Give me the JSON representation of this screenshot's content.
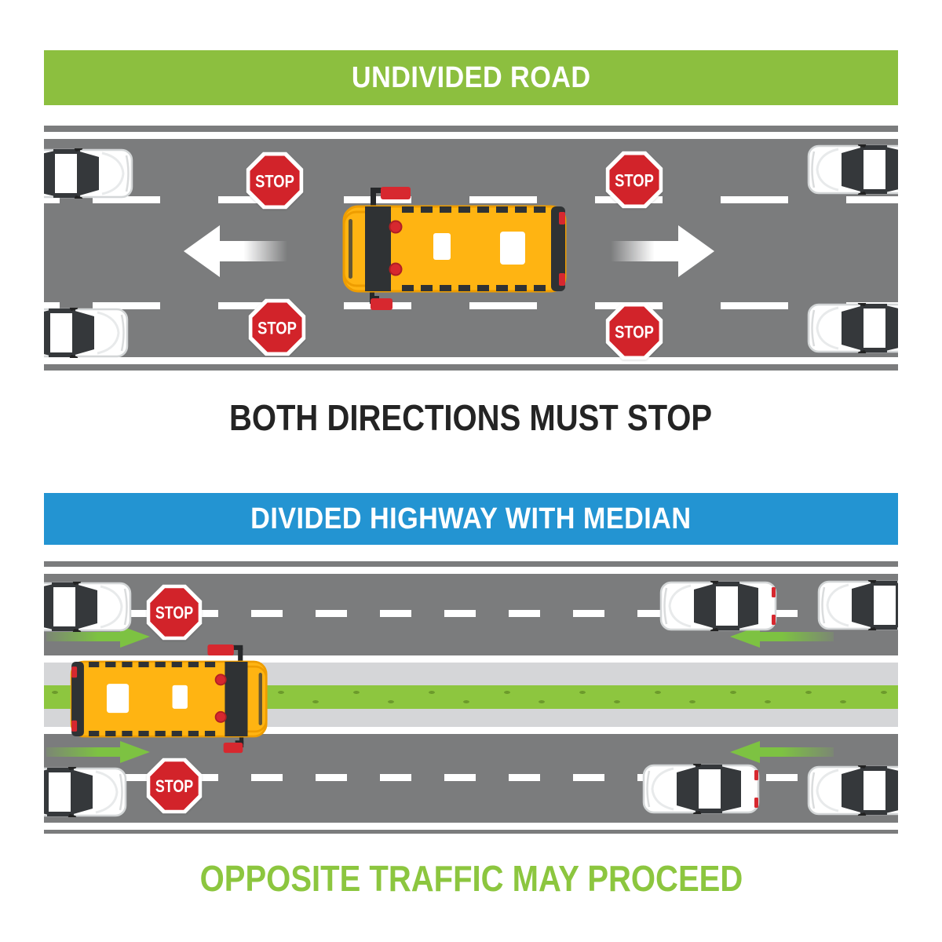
{
  "page": {
    "background": "#ffffff"
  },
  "sections": [
    {
      "header": {
        "label": "UNDIVIDED ROAD",
        "bg_color": "#8cbf3f",
        "text_color": "#ffffff"
      },
      "caption": {
        "label": "BOTH DIRECTIONS MUST STOP",
        "color": "#242424"
      },
      "road": {
        "type": "undivided-two-lane",
        "surface_color": "#7b7c7d",
        "marking_color": "#ffffff"
      },
      "signs": {
        "stop_label": "STOP",
        "count": 4,
        "fill": "#d2232a",
        "rim": "#ffffff"
      },
      "bus": {
        "type": "school-bus",
        "color": "#ffb412",
        "heading": "left",
        "stop_arm_extended": true
      },
      "cars": {
        "count": 4,
        "color": "#ffffff"
      },
      "arrows": {
        "color": "#ffffff",
        "directions": [
          "left",
          "right"
        ]
      }
    },
    {
      "header": {
        "label": "DIVIDED HIGHWAY WITH MEDIAN",
        "bg_color": "#2394d2",
        "text_color": "#ffffff"
      },
      "caption": {
        "label": "OPPOSITE TRAFFIC MAY PROCEED",
        "color": "#8cc63f"
      },
      "road": {
        "type": "divided-highway-with-median",
        "surface_color": "#7b7c7d",
        "median_grass_color": "#8dc63f",
        "median_shoulder_color": "#d5d6d8"
      },
      "signs": {
        "stop_label": "STOP",
        "count": 2,
        "fill": "#d2232a",
        "rim": "#ffffff"
      },
      "bus": {
        "type": "school-bus",
        "color": "#ffb412",
        "heading": "right",
        "stop_arm_extended": true
      },
      "cars": {
        "count": 6,
        "color": "#ffffff"
      },
      "arrows": {
        "color": "#7dc242",
        "directions": [
          "right",
          "left"
        ]
      }
    }
  ]
}
